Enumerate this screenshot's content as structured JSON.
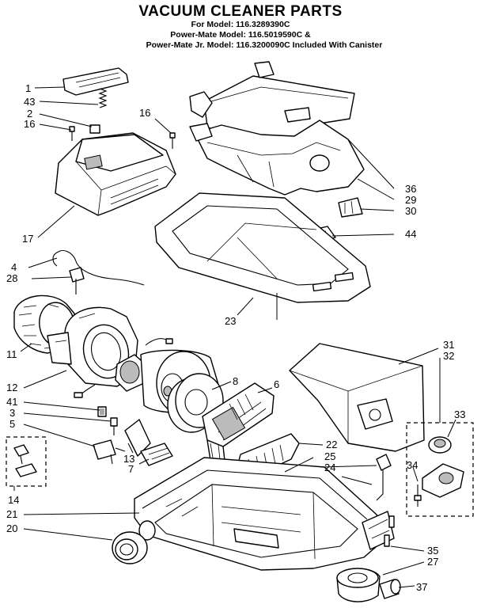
{
  "header": {
    "title": "VACUUM CLEANER PARTS",
    "line1": "For Model: 116.3289390C",
    "line2": "Power-Mate Model: 116.5019590C &",
    "line3": "Power-Mate Jr. Model:  116.3200090C  Included  With Canister"
  },
  "callouts": [
    "1",
    "43",
    "2",
    "16",
    "16",
    "17",
    "36",
    "29",
    "30",
    "44",
    "4",
    "28",
    "23",
    "11",
    "12",
    "41",
    "3",
    "5",
    "8",
    "6",
    "31",
    "32",
    "33",
    "22",
    "25",
    "24",
    "13",
    "7",
    "34",
    "14",
    "21",
    "20",
    "35",
    "27",
    "37"
  ]
}
